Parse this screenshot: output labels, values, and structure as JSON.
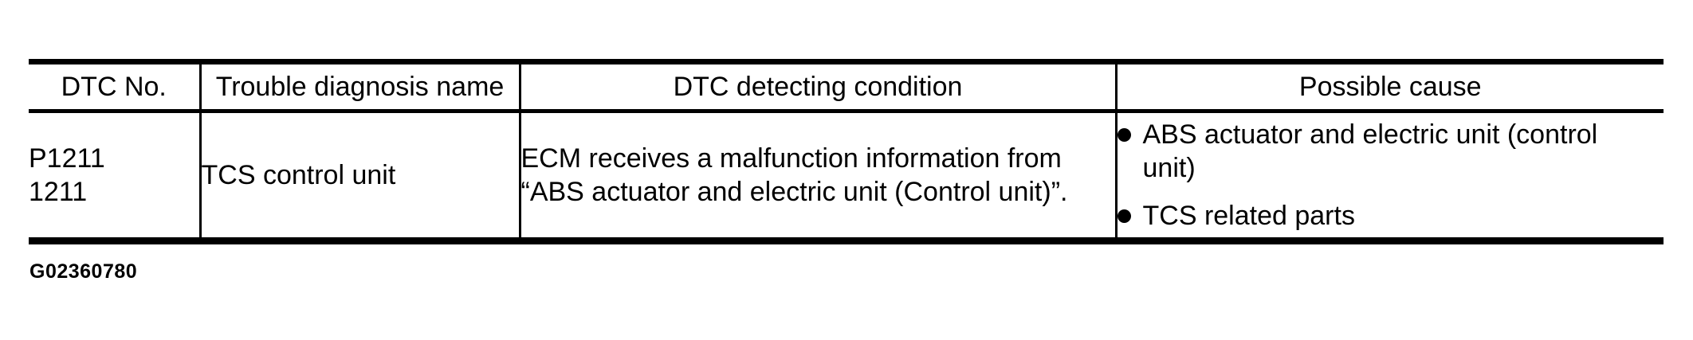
{
  "page": {
    "background": "#ffffff",
    "text_color": "#000000",
    "border_color": "#000000"
  },
  "figure_id": "G02360780",
  "table": {
    "columns": [
      {
        "label": "DTC No."
      },
      {
        "label": "Trouble diagnosis name"
      },
      {
        "label": "DTC detecting condition"
      },
      {
        "label": "Possible cause"
      }
    ],
    "row": {
      "dtc_no_lines": [
        "P1211",
        "1211"
      ],
      "trouble_diagnosis_name": "TCS control unit",
      "dtc_detecting_condition_lines": [
        "ECM receives a malfunction information from",
        "“ABS actuator and electric unit (Control unit)”."
      ],
      "possible_causes": [
        {
          "lines": [
            "ABS actuator and electric unit (control",
            "unit)"
          ]
        },
        {
          "lines": [
            "TCS related parts"
          ]
        }
      ]
    }
  }
}
